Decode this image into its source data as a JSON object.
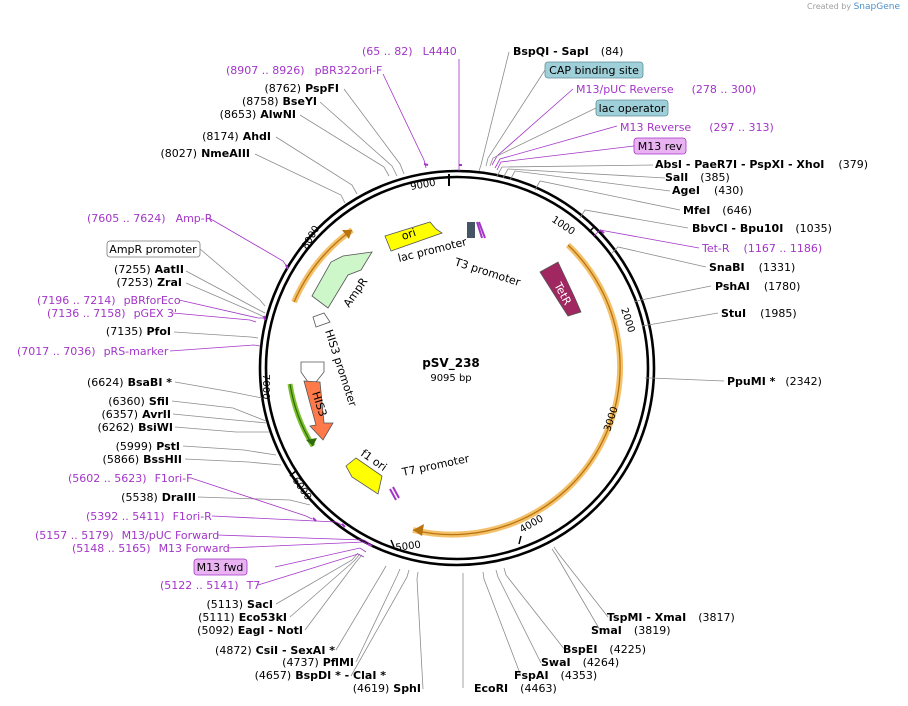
{
  "credit": {
    "prefix": "Created by",
    "brand": "SnapGene"
  },
  "plasmid": {
    "name": "pSV_238",
    "length_label": "9095 bp"
  },
  "ticks": [
    "1000",
    "2000",
    "3000",
    "4000",
    "5000",
    "6000",
    "7000",
    "8000",
    "9000"
  ],
  "sites": [
    {
      "pos": "(84)",
      "name": "BspQI   - SapI",
      "order": "name-pos"
    },
    {
      "pos": "(8762)",
      "name": "PspFI",
      "order": "pos-name"
    },
    {
      "pos": "(8758)",
      "name": "BseYI",
      "order": "pos-name"
    },
    {
      "pos": "(8653)",
      "name": "AlwNI",
      "order": "pos-name"
    },
    {
      "pos": "(8174)",
      "name": "AhdI",
      "order": "pos-name"
    },
    {
      "pos": "(8027)",
      "name": "NmeAIII",
      "order": "pos-name"
    },
    {
      "pos": "(379)",
      "name": "AbsI   - PaeR7I   - PspXI   - XhoI",
      "order": "name-pos"
    },
    {
      "pos": "(385)",
      "name": "SalI",
      "order": "name-pos"
    },
    {
      "pos": "(430)",
      "name": "AgeI",
      "order": "name-pos"
    },
    {
      "pos": "(646)",
      "name": "MfeI",
      "order": "name-pos"
    },
    {
      "pos": "(1035)",
      "name": "BbvCI   - Bpu10I",
      "order": "name-pos"
    },
    {
      "pos": "(1331)",
      "name": "SnaBI",
      "order": "name-pos"
    },
    {
      "pos": "(1780)",
      "name": "PshAI",
      "order": "name-pos"
    },
    {
      "pos": "(1985)",
      "name": "StuI",
      "order": "name-pos"
    },
    {
      "pos": "(2342)",
      "name": "PpuMI *",
      "order": "name-pos"
    },
    {
      "pos": "(7255)",
      "name": "AatII",
      "order": "pos-name"
    },
    {
      "pos": "(7253)",
      "name": "ZraI",
      "order": "pos-name"
    },
    {
      "pos": "(7135)",
      "name": "PfoI",
      "order": "pos-name"
    },
    {
      "pos": "(6624)",
      "name": "BsaBI *",
      "order": "pos-name"
    },
    {
      "pos": "(6360)",
      "name": "SfiI",
      "order": "pos-name"
    },
    {
      "pos": "(6357)",
      "name": "AvrII",
      "order": "pos-name"
    },
    {
      "pos": "(6262)",
      "name": "BsiWI",
      "order": "pos-name"
    },
    {
      "pos": "(5999)",
      "name": "PstI",
      "order": "pos-name"
    },
    {
      "pos": "(5866)",
      "name": "BssHII",
      "order": "pos-name"
    },
    {
      "pos": "(5538)",
      "name": "DraIII",
      "order": "pos-name"
    },
    {
      "pos": "(5113)",
      "name": "SacI",
      "order": "pos-name"
    },
    {
      "pos": "(5111)",
      "name": "Eco53kI",
      "order": "pos-name"
    },
    {
      "pos": "(5092)",
      "name": "EagI   - NotI",
      "order": "pos-name"
    },
    {
      "pos": "(4872)",
      "name": "CsiI   - SexAI *",
      "order": "pos-name"
    },
    {
      "pos": "(4737)",
      "name": "PflMI",
      "order": "pos-name"
    },
    {
      "pos": "(4657)",
      "name": "BspDI *   - ClaI *",
      "order": "pos-name"
    },
    {
      "pos": "(4619)",
      "name": "SphI",
      "order": "pos-name"
    },
    {
      "pos": "(4463)",
      "name": "EcoRI",
      "order": "name-pos"
    },
    {
      "pos": "(4353)",
      "name": "FspAI",
      "order": "name-pos"
    },
    {
      "pos": "(4264)",
      "name": "SwaI",
      "order": "name-pos"
    },
    {
      "pos": "(4225)",
      "name": "BspEI",
      "order": "name-pos"
    },
    {
      "pos": "(3819)",
      "name": "SmaI",
      "order": "name-pos"
    },
    {
      "pos": "(3817)",
      "name": "TspMI   - XmaI",
      "order": "name-pos"
    }
  ],
  "primers": [
    {
      "range": "(65 .. 82)",
      "name": "L4440"
    },
    {
      "range": "(8907 .. 8926)",
      "name": "pBR322ori-F"
    },
    {
      "range": "(278 .. 300)",
      "name": "M13/pUC Reverse",
      "order": "name-range"
    },
    {
      "range": "(297 .. 313)",
      "name": "M13 Reverse",
      "order": "name-range"
    },
    {
      "range": "(1167 .. 1186)",
      "name": "Tet-R",
      "order": "name-range"
    },
    {
      "range": "(7605 .. 7624)",
      "name": "Amp-R"
    },
    {
      "range": "(7196 .. 7214)",
      "name": "pBRforEco"
    },
    {
      "range": "(7136 .. 7158)",
      "name": "pGEX 3'"
    },
    {
      "range": "(7017 .. 7036)",
      "name": "pRS-marker"
    },
    {
      "range": "(5602 .. 5623)",
      "name": "F1ori-F"
    },
    {
      "range": "(5392 .. 5411)",
      "name": "F1ori-R"
    },
    {
      "range": "(5157 .. 5179)",
      "name": "M13/pUC Forward"
    },
    {
      "range": "(5148 .. 5165)",
      "name": "M13 Forward"
    },
    {
      "range": "(5122 .. 5141)",
      "name": "T7"
    }
  ],
  "boxes": [
    {
      "text": "CAP binding site",
      "fill": "#9fcfd8"
    },
    {
      "text": "lac operator",
      "fill": "#9fcfd8"
    },
    {
      "text": "M13 rev",
      "fill": "#e9b3f2"
    },
    {
      "text": "AmpR promoter",
      "fill": "#ffffff"
    },
    {
      "text": "M13 fwd",
      "fill": "#e9b3f2"
    }
  ],
  "features": [
    {
      "name": "ori",
      "color": "#ffff00"
    },
    {
      "name": "lac promoter"
    },
    {
      "name": "T3 promoter"
    },
    {
      "name": "TetR",
      "color": "#a02760"
    },
    {
      "name": "AmpR",
      "color": "#cdf7c8"
    },
    {
      "name": "HIS3 promoter"
    },
    {
      "name": "HIS3",
      "color": "#ff7a4a"
    },
    {
      "name": "f1 ori",
      "color": "#ffff00"
    },
    {
      "name": "T7 promoter"
    }
  ],
  "colors": {
    "primer": "#a335c8",
    "orf_arc": "#f4c16a",
    "his3_arc": "#7bbf2c",
    "backbone": "#000000"
  }
}
